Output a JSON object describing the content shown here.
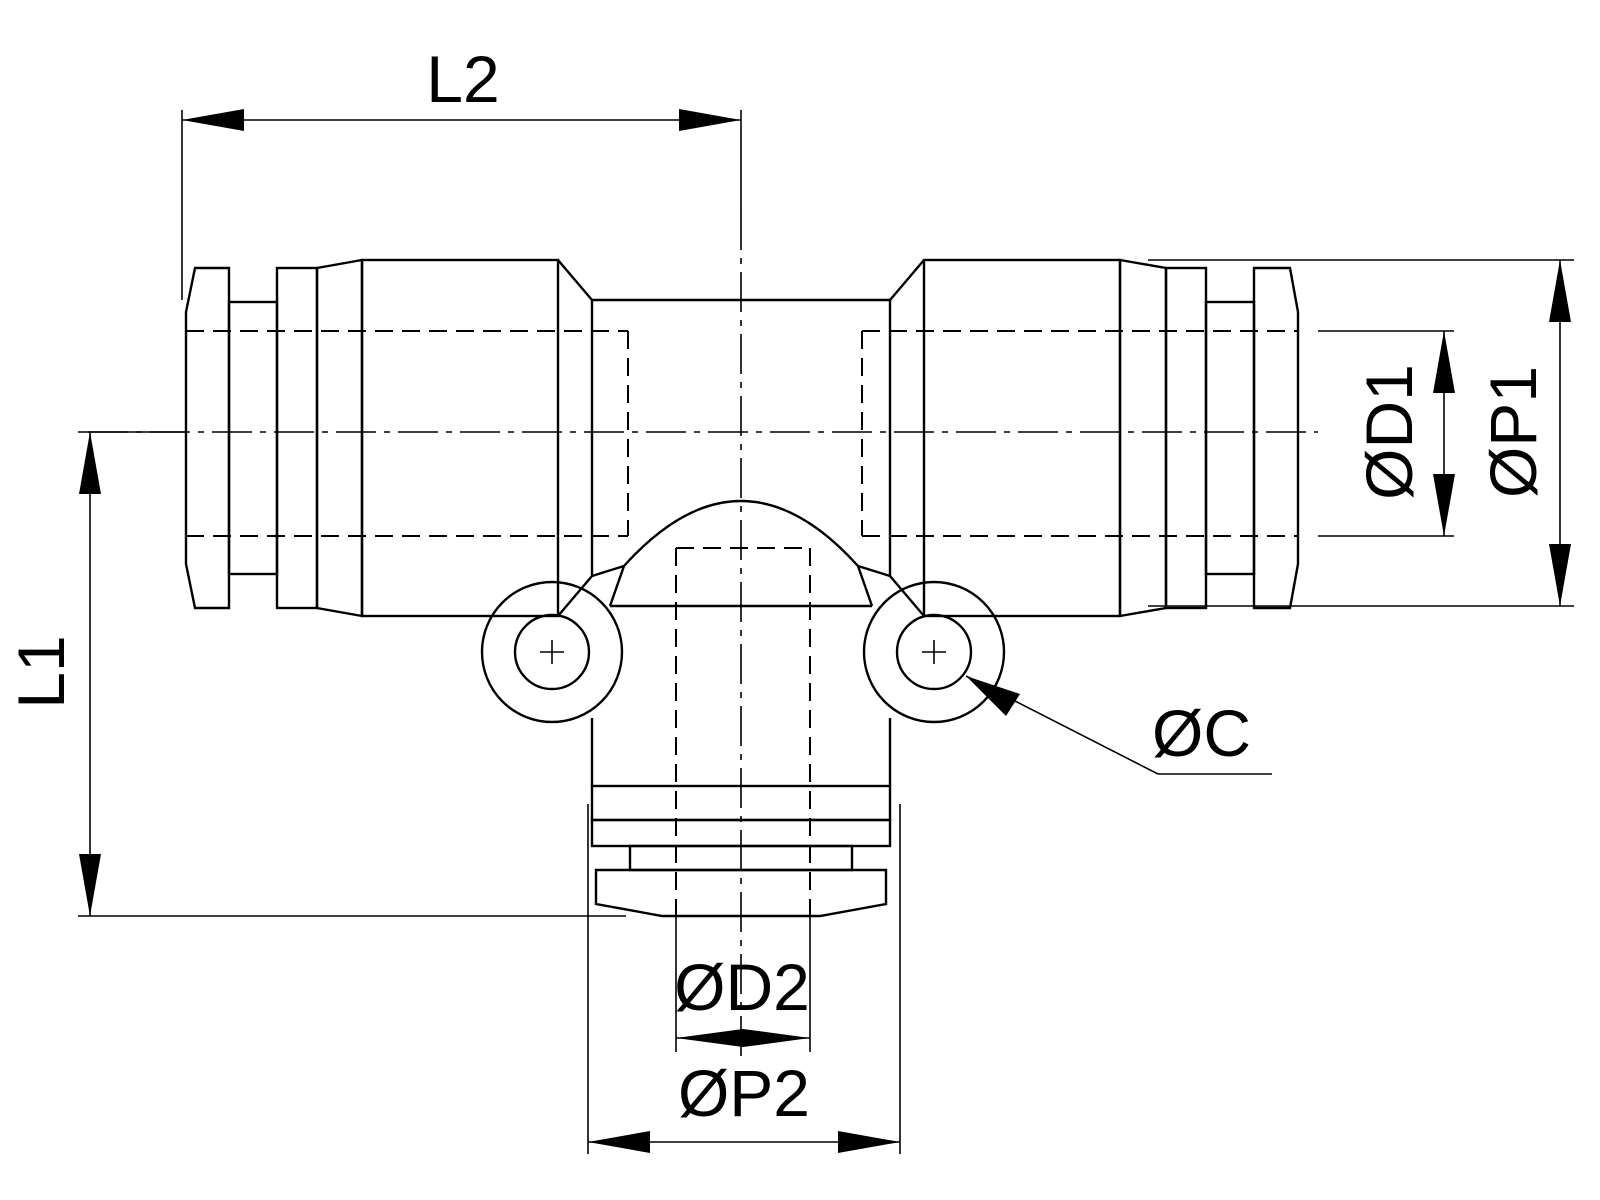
{
  "labels": {
    "L2": "L2",
    "L1": "L1",
    "OD1": "ØD1",
    "OP1": "ØP1",
    "OC": "ØC",
    "OD2": "ØD2",
    "OP2": "ØP2"
  }
}
